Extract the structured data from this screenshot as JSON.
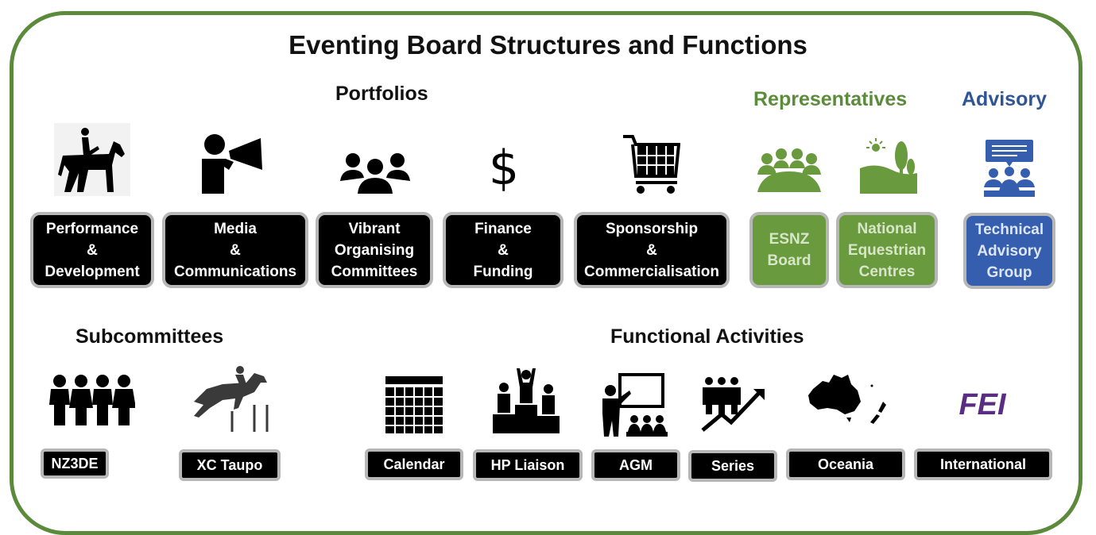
{
  "title": "Eventing Board Structures and Functions",
  "sections": {
    "portfolios": "Portfolios",
    "representatives": "Representatives",
    "advisory": "Advisory",
    "subcommittees": "Subcommittees",
    "functional_activities": "Functional Activities"
  },
  "portfolios": [
    {
      "label": "Performance\n&\nDevelopment",
      "icon": "horse-rider-icon"
    },
    {
      "label": "Media\n&\nCommunications",
      "icon": "megaphone-person-icon"
    },
    {
      "label": "Vibrant\nOrganising\nCommittees",
      "icon": "group-icon"
    },
    {
      "label": "Finance\n&\nFunding",
      "icon": "dollar-icon"
    },
    {
      "label": "Sponsorship\n&\nCommercialisation",
      "icon": "shopping-cart-icon"
    }
  ],
  "representatives": [
    {
      "label": "ESNZ\nBoard",
      "icon": "board-meeting-icon"
    },
    {
      "label": "National\nEquestrian\nCentres",
      "icon": "landscape-icon"
    }
  ],
  "advisory": [
    {
      "label": "Technical\nAdvisory\nGroup",
      "icon": "presentation-group-icon"
    }
  ],
  "subcommittees": [
    {
      "label": "NZ3DE",
      "icon": "four-people-icon"
    },
    {
      "label": "XC Taupo",
      "icon": "horse-jumping-icon"
    }
  ],
  "functional_activities": [
    {
      "label": "Calendar",
      "icon": "calendar-icon"
    },
    {
      "label": "HP Liaison",
      "icon": "podium-icon"
    },
    {
      "label": "AGM",
      "icon": "meeting-presenter-icon"
    },
    {
      "label": "Series",
      "icon": "growth-people-icon"
    },
    {
      "label": "Oceania",
      "icon": "oceania-map-icon"
    },
    {
      "label": "International",
      "icon": "fei-logo-icon",
      "logo_text": "FEI"
    }
  ],
  "colors": {
    "border": "#5a8a3a",
    "representatives": "#6a9a3e",
    "advisory": "#355fae",
    "box": "#000000",
    "box_border": "#b7b7b7"
  }
}
